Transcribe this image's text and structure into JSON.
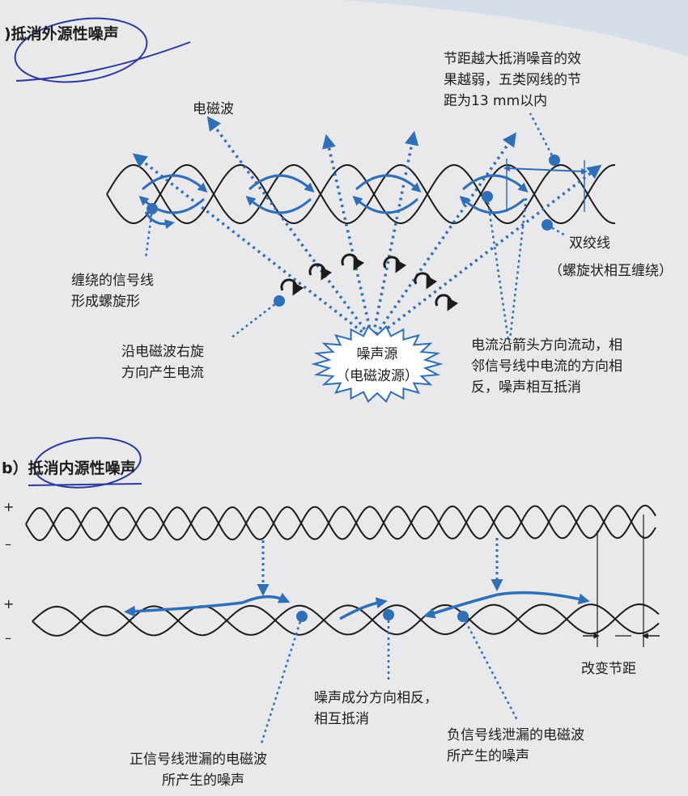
{
  "section_a": {
    "title": ")抵消外源性噪声",
    "label_em_wave": "电磁波",
    "pitch_note": [
      "节距越大抵消噪音的效",
      "果越弱，五类网线的节",
      "距为13 mm以内"
    ],
    "twisted_pair": "双绞线",
    "twisted_pair_note": "（螺旋状相互缠绕）",
    "signal_wire_note": [
      "缠绕的信号线",
      "形成螺旋形"
    ],
    "right_rotation_note": [
      "沿电磁波右旋",
      "方向产生电流"
    ],
    "noise_source": [
      "噪声源",
      "（电磁波源）"
    ],
    "current_note": [
      "电流沿箭头方向流动，相",
      "邻信号线中电流的方向相",
      "反，噪声相互抵消"
    ]
  },
  "section_b": {
    "title": "b）抵消内源性噪声",
    "plus": "+",
    "minus": "–",
    "change_pitch": "改变节距",
    "opposite_note": [
      "噪声成分方向相反，",
      "相互抵消"
    ],
    "positive_leak_note": [
      "正信号线泄漏的电磁波",
      "所产生的噪声"
    ],
    "negative_leak_note": [
      "负信号线泄漏的电磁波",
      "所产生的噪声"
    ]
  },
  "colors": {
    "accent_blue": "#2f6fb8",
    "wire_black": "#1b1b1b",
    "paper": "#e9e9ec",
    "pen_blue": "#2a3a9a"
  }
}
